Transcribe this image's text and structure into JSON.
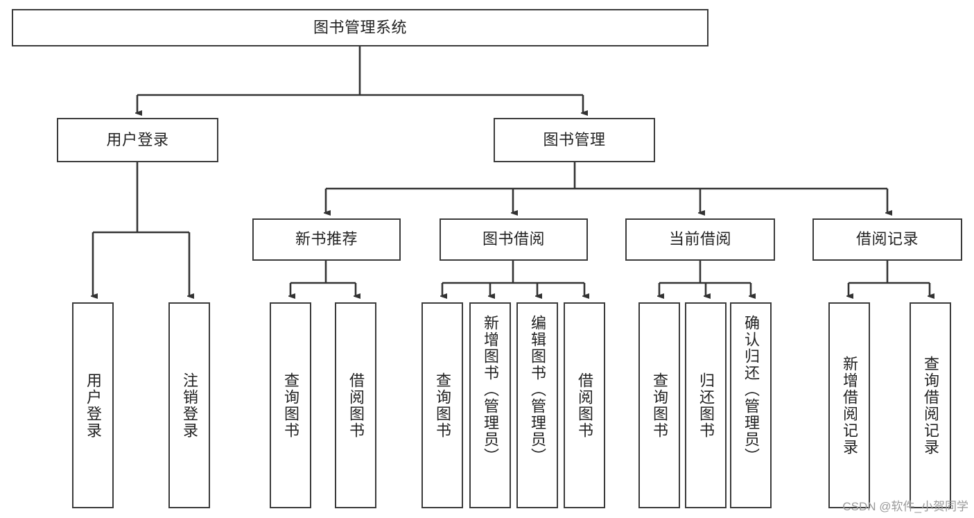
{
  "diagram": {
    "type": "tree-hierarchy-chart",
    "title": "图书管理系统",
    "watermark": "CSDN @软件_小贺同学",
    "colors": {
      "box_border": "#3a3a3a",
      "box_fill": "#ffffff",
      "connector": "#333333",
      "text": "#222222",
      "watermark": "#9a9a9a"
    },
    "nodes": {
      "root": {
        "label": "图书管理系统"
      },
      "level2": [
        {
          "label": "用户登录"
        },
        {
          "label": "图书管理"
        }
      ],
      "level3": [
        {
          "label": "新书推荐"
        },
        {
          "label": "图书借阅"
        },
        {
          "label": "当前借阅"
        },
        {
          "label": "借阅记录"
        }
      ],
      "leaves": {
        "user_login": [
          {
            "label": "用户登录"
          },
          {
            "label": "注销登录"
          }
        ],
        "new_book_recommend": [
          {
            "label": "查询图书"
          },
          {
            "label": "借阅图书"
          }
        ],
        "book_borrow": [
          {
            "label": "查询图书"
          },
          {
            "label": "新增图书（管理员）"
          },
          {
            "label": "编辑图书（管理员）"
          },
          {
            "label": "借阅图书"
          }
        ],
        "current_borrow": [
          {
            "label": "查询图书"
          },
          {
            "label": "归还图书"
          },
          {
            "label": "确认归还（管理员）"
          }
        ],
        "borrow_record": [
          {
            "label": "新增借阅记录"
          },
          {
            "label": "查询借阅记录"
          }
        ]
      }
    }
  }
}
